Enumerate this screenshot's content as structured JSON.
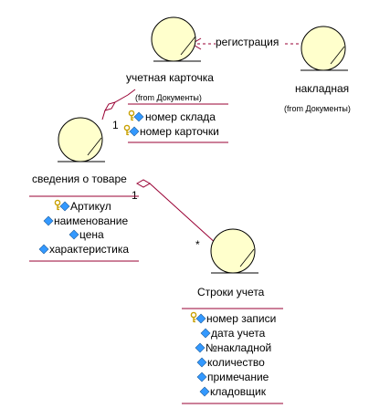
{
  "entities": [
    {
      "id": "uchetnaya",
      "name": "учетная карточка",
      "from": "(from Документы)",
      "attributes": [
        {
          "text": "номер склада",
          "key": true
        },
        {
          "text": "номер карточки",
          "key": true
        }
      ]
    },
    {
      "id": "nakladnaya",
      "name": "накладная",
      "from": "(from Документы)",
      "attributes": []
    },
    {
      "id": "svedeniya",
      "name": "сведения о товаре",
      "attributes": [
        {
          "text": "Артикул",
          "key": true
        },
        {
          "text": "наименование",
          "key": false
        },
        {
          "text": "цена",
          "key": false
        },
        {
          "text": "характеристика",
          "key": false
        }
      ]
    },
    {
      "id": "stroki",
      "name": "Строки учета",
      "attributes": [
        {
          "text": "номер записи",
          "key": true
        },
        {
          "text": "дата учета",
          "key": false
        },
        {
          "text": "№накладной",
          "key": false
        },
        {
          "text": "количество",
          "key": false
        },
        {
          "text": "примечание",
          "key": false
        },
        {
          "text": "кладовщик",
          "key": false
        }
      ]
    }
  ],
  "relations": [
    {
      "id": "registration",
      "label": "регистрация"
    },
    {
      "id": "assoc1",
      "mult_a": "1"
    },
    {
      "id": "assoc2",
      "mult_a": "1",
      "mult_b": "*"
    }
  ],
  "colors": {
    "entity_fill": "#ffffcc",
    "line": "#990033",
    "key_icon": "#c8a000",
    "attr_icon": "#3399ff"
  }
}
